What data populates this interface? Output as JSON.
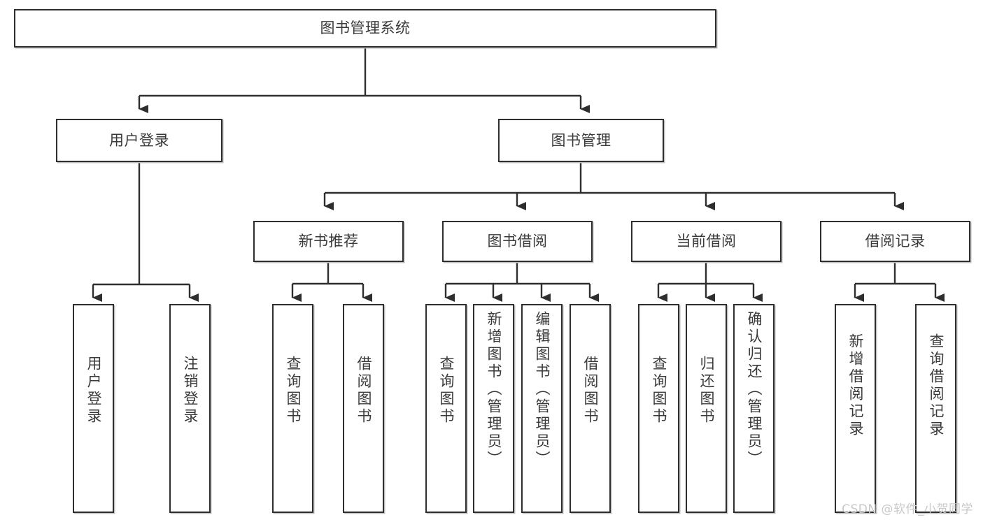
{
  "diagram": {
    "type": "tree",
    "title": "图书管理系统",
    "orientation": "top-down",
    "colors": {
      "box_border": "#2e2e2e",
      "box_fill": "#ffffff",
      "text": "#3a3a3a",
      "connector": "#2e2e2e",
      "watermark": "#c9c9c9",
      "canvas": "#ffffff"
    }
  },
  "root": {
    "label": "图书管理系统"
  },
  "level2": [
    {
      "label": "用户登录"
    },
    {
      "label": "图书管理"
    }
  ],
  "level3": [
    {
      "label": "新书推荐"
    },
    {
      "label": "图书借阅"
    },
    {
      "label": "当前借阅"
    },
    {
      "label": "借阅记录"
    }
  ],
  "leaves": {
    "user_login": [
      {
        "label": "用户登录"
      },
      {
        "label": "注销登录"
      }
    ],
    "new_book": [
      {
        "label": "查询图书"
      },
      {
        "label": "借阅图书"
      }
    ],
    "book_borrow": [
      {
        "label": "查询图书"
      },
      {
        "label": "新增图书（管理员）"
      },
      {
        "label": "编辑图书（管理员）"
      },
      {
        "label": "借阅图书"
      }
    ],
    "current_borrow": [
      {
        "label": "查询图书"
      },
      {
        "label": "归还图书"
      },
      {
        "label": "确认归还（管理员）"
      }
    ],
    "borrow_record": [
      {
        "label": "新增借阅记录"
      },
      {
        "label": "查询借阅记录"
      }
    ]
  },
  "watermark": {
    "text": "CSDN @软件_小贺同学"
  }
}
